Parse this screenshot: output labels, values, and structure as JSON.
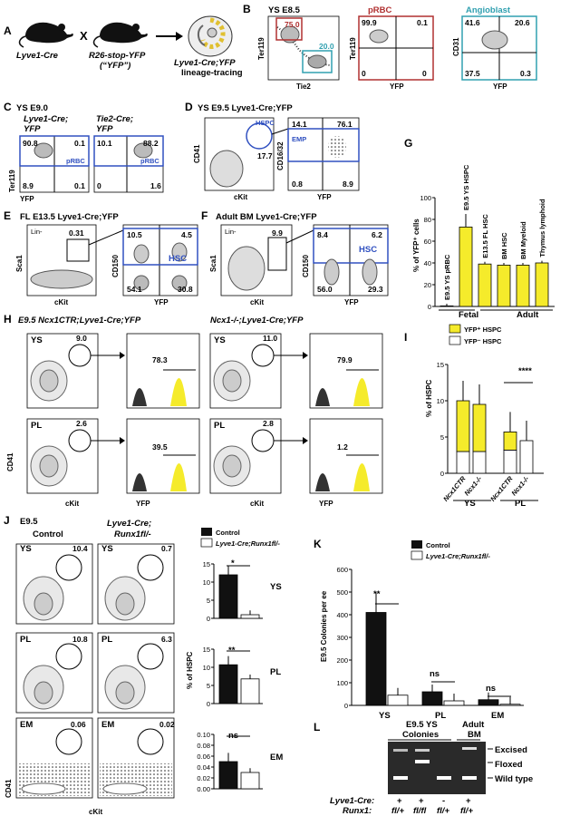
{
  "panels": {
    "A": {
      "label": "A",
      "left": "Lyve1-Cre",
      "x": "X",
      "middle_line1": "R26-stop-YFP",
      "middle_line2": "(“YFP”)",
      "right_line1": "Lyve1-Cre;YFP",
      "right_line2": "lineage-tracing"
    },
    "B": {
      "label": "B",
      "title": "YS E8.5",
      "gate1": "75.0",
      "gate2": "20.0",
      "x1": "Tie2",
      "y1": "Ter119",
      "p2_title": "pRBC",
      "p2_q": [
        "99.9",
        "0.1",
        "0",
        "0"
      ],
      "p3_title": "Angioblast",
      "p3_q": [
        "41.6",
        "20.6",
        "37.5",
        "0.3"
      ],
      "x2": "YFP",
      "y2": "Ter119",
      "x3": "YFP",
      "y3": "CD31"
    },
    "C": {
      "label": "C",
      "title": "YS E9.0",
      "s1_line1": "Lyve1-Cre;",
      "s1_line2": "YFP",
      "s2_line1": "Tie2-Cre;",
      "s2_line2": "YFP",
      "q1": [
        "90.8",
        "0.1",
        "8.9",
        "0.1"
      ],
      "q2": [
        "10.1",
        "88.2",
        "0",
        "1.6"
      ],
      "gate": "pRBC",
      "x": "YFP",
      "y": "Ter119"
    },
    "D": {
      "label": "D",
      "title": "YS E9.5 Lyve1-Cre;YFP",
      "hspc": "HSPC",
      "v1": "17.7",
      "emp": "EMP",
      "q": [
        "14.1",
        "76.1",
        "0.8",
        "8.9"
      ],
      "x1": "cKit",
      "y1": "CD41",
      "x2": "YFP",
      "y2": "CD16/32"
    },
    "E": {
      "label": "E",
      "title": "FL E13.5 Lyve1-Cre;YFP",
      "lin": "Lin-",
      "v1": "0.31",
      "hsc": "HSC",
      "q": [
        "10.5",
        "4.5",
        "54.1",
        "30.8"
      ],
      "x1": "cKit",
      "y1": "Sca1",
      "x2": "YFP",
      "y2": "CD150"
    },
    "F": {
      "label": "F",
      "title": "Adult BM Lyve1-Cre;YFP",
      "lin": "Lin-",
      "v1": "9.9",
      "hsc": "HSC",
      "q": [
        "8.4",
        "6.2",
        "56.0",
        "29.3"
      ],
      "x1": "cKit",
      "y1": "Sca1",
      "x2": "YFP",
      "y2": "CD150"
    },
    "G": {
      "label": "G",
      "ylabel": "% of YFP⁺ cells",
      "groups": [
        "Fetal",
        "Adult"
      ]
    },
    "H": {
      "label": "H",
      "title1": "E9.5 Ncx1CTR;Lyve1-Cre;YFP",
      "title2": "Ncx1-/-;Lyve1-Cre;YFP",
      "ys": "YS",
      "pl": "PL",
      "g": [
        "9.0",
        "11.0",
        "2.6",
        "2.8"
      ],
      "h": [
        "78.3",
        "79.9",
        "39.5",
        "1.2"
      ],
      "x1": "cKit",
      "y1": "CD41",
      "x2": "YFP"
    },
    "I": {
      "label": "I",
      "leg1": "YFP⁺ HSPC",
      "leg2": "YFP⁻ HSPC",
      "ylabel": "% of HSPC",
      "cats": [
        "Ncx1CTR",
        "Ncx1-/-",
        "Ncx1CTR",
        "Ncx1-/-"
      ],
      "groups": [
        "YS",
        "PL"
      ],
      "sig": "****"
    },
    "J": {
      "label": "J",
      "title": "E9.5",
      "c1": "Control",
      "c2_line1": "Lyve1-Cre;",
      "c2_line2": "Runx1fl/-",
      "rows": [
        "YS",
        "PL",
        "EM"
      ],
      "vals": [
        "10.4",
        "0.7",
        "10.8",
        "6.3",
        "0.06",
        "0.02"
      ],
      "x": "cKit",
      "y": "CD41",
      "leg1": "Control",
      "leg2": "Lyve1-Cre;Runx1fl/-",
      "ylabel": "% of HSPC",
      "sig": [
        "*",
        "**",
        "ns"
      ]
    },
    "K": {
      "label": "K",
      "leg1": "Control",
      "leg2": "Lyve1-Cre;Runx1fl/-",
      "ylabel": "E9.5 Colonies per ee",
      "sig": [
        "**",
        "ns",
        "ns"
      ]
    },
    "L": {
      "label": "L",
      "h1": "E9.5 YS",
      "h1b": "Colonies",
      "h2": "Adult",
      "h2b": "BM",
      "bands": [
        "Excised",
        "Floxed",
        "Wild type"
      ],
      "row1": "Lyve1-Cre:",
      "row2": "Runx1:",
      "r1": [
        "+",
        "+",
        "-",
        "+"
      ],
      "r2": [
        "fl/+",
        "fl/fl",
        "fl/+",
        "fl/+"
      ]
    }
  },
  "chart_data": [
    {
      "type": "bar",
      "panel": "G",
      "categories": [
        "E9.5 YS pRBC",
        "E9.5 YS HSPC",
        "E13.5 FL HSC",
        "BM HSC",
        "BM Myeloid",
        "Thymus lymphoid"
      ],
      "values": [
        0.5,
        73,
        39,
        38,
        38,
        40
      ],
      "ylim": [
        0,
        100
      ],
      "yticks": [
        0,
        20,
        40,
        60,
        80,
        100
      ],
      "ylabel": "% of YFP⁺ cells",
      "colors": {
        "bar": "#f5eb2b"
      }
    },
    {
      "type": "bar",
      "panel": "I",
      "stacked": true,
      "categories": [
        "Ncx1CTR",
        "Ncx1-/-",
        "Ncx1CTR",
        "Ncx1-/-"
      ],
      "series": [
        {
          "name": "YFP⁺ HSPC",
          "values": [
            7,
            6.5,
            2.5,
            0
          ]
        },
        {
          "name": "YFP⁻ HSPC",
          "values": [
            3,
            3,
            3.2,
            4.5
          ]
        }
      ],
      "ylim": [
        0,
        15
      ],
      "yticks": [
        0,
        5,
        10,
        15
      ],
      "ylabel": "% of HSPC"
    },
    {
      "type": "bar",
      "panel": "J-YS",
      "categories": [
        "Control",
        "Lyve1-Cre;Runx1fl/-"
      ],
      "values": [
        12,
        1
      ],
      "ylim": [
        0,
        15
      ],
      "yticks": [
        0,
        5,
        10,
        15
      ]
    },
    {
      "type": "bar",
      "panel": "J-PL",
      "categories": [
        "Control",
        "Lyve1-Cre;Runx1fl/-"
      ],
      "values": [
        10.7,
        6.8
      ],
      "ylim": [
        0,
        15
      ],
      "yticks": [
        0,
        5,
        10,
        15
      ]
    },
    {
      "type": "bar",
      "panel": "J-EM",
      "categories": [
        "Control",
        "Lyve1-Cre;Runx1fl/-"
      ],
      "values": [
        0.05,
        0.03
      ],
      "ylim": [
        0,
        0.1
      ],
      "yticks": [
        0,
        0.02,
        0.04,
        0.06,
        0.08,
        0.1
      ]
    },
    {
      "type": "bar",
      "panel": "K",
      "categories": [
        "YS",
        "PL",
        "EM"
      ],
      "series": [
        {
          "name": "Control",
          "values": [
            410,
            60,
            25
          ]
        },
        {
          "name": "Lyve1-Cre;Runx1fl/-",
          "values": [
            45,
            20,
            5
          ]
        }
      ],
      "ylim": [
        0,
        600
      ],
      "yticks": [
        0,
        100,
        200,
        300,
        400,
        500,
        600
      ],
      "ylabel": "E9.5 Colonies per ee"
    }
  ]
}
